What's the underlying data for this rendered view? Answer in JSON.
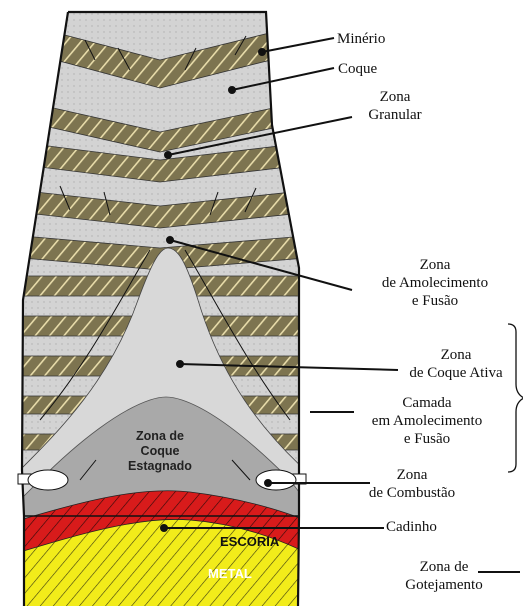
{
  "labels": {
    "minerio": "Minério",
    "coque": "Coque",
    "zona_granular": [
      "Zona",
      "Granular"
    ],
    "zona_amolecimento": [
      "Zona",
      "de Amolecimento",
      "e Fusão"
    ],
    "zona_coque_ativa": [
      "Zona",
      "de Coque Ativa"
    ],
    "camada": [
      "Camada",
      "em Amolecimento",
      "e Fusão"
    ],
    "zona_combustao": [
      "Zona",
      "de Combustão"
    ],
    "cadinho": "Cadinho",
    "zona_gotejamento": [
      "Zona de",
      "Gotejamento"
    ]
  },
  "inner_labels": {
    "zona_coque_estagnado": [
      "Zona de",
      "Coque",
      "Estagnado"
    ],
    "escoria": "ESCORIA",
    "metal": "METAL"
  },
  "colors": {
    "ore": "#7d7450",
    "ore_hatch": "#e8dcaa",
    "coke": "#d3d3d3",
    "active_coke": "#d8d8d8",
    "stagnant": "#a9a9a9",
    "slag": "#d81b1b",
    "metal": "#f2ec1a"
  }
}
